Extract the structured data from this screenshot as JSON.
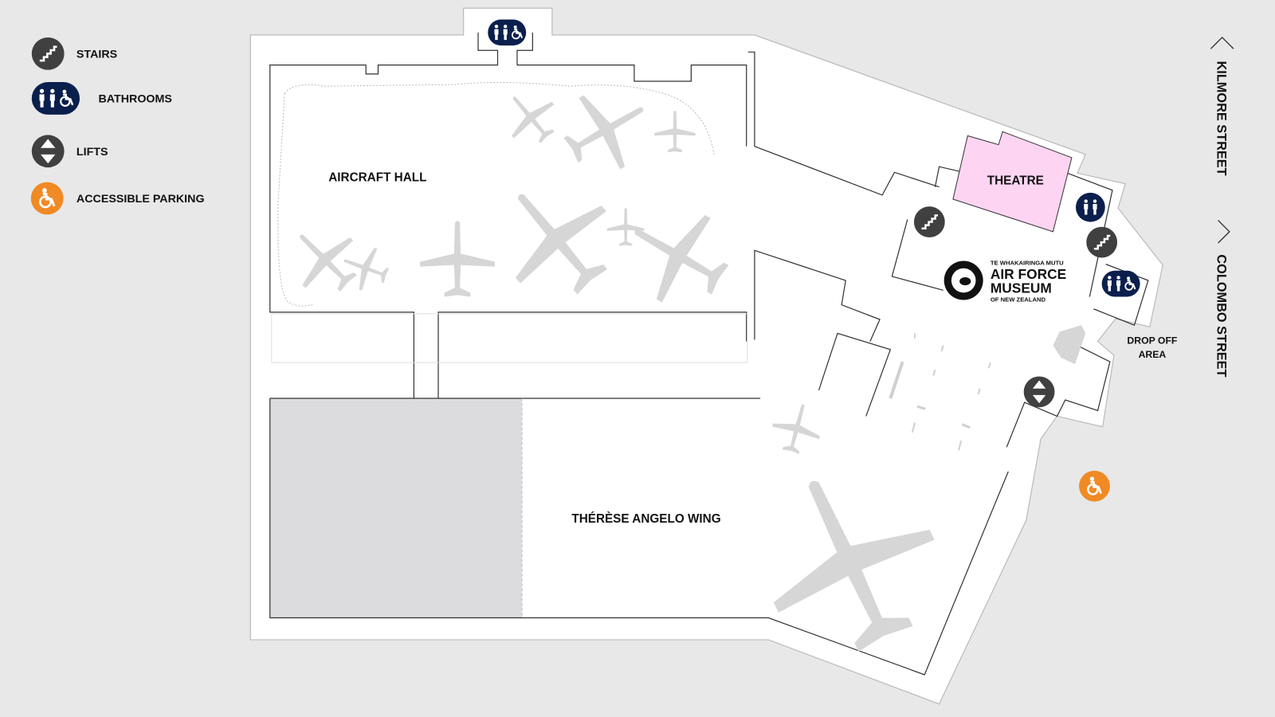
{
  "legend": {
    "stairs": "STAIRS",
    "bathrooms": "BATHROOMS",
    "lifts": "LIFTS",
    "accessible_parking": "ACCESSIBLE PARKING"
  },
  "areas": {
    "aircraft_hall": "AIRCRAFT HALL",
    "theatre": "THEATRE",
    "therese_angelo_wing": "THÉRÈSE ANGELO WING",
    "drop_off_line1": "DROP OFF",
    "drop_off_line2": "AREA"
  },
  "logo": {
    "line1": "TE WHAKAIRINGA MUTU",
    "line2": "AIR FORCE",
    "line3": "MUSEUM",
    "line4": "OF NEW ZEALAND"
  },
  "streets": {
    "kilmore": "KILMORE STREET",
    "colombo": "COLOMBO STREET"
  },
  "colors": {
    "background": "#e8e8e8",
    "stairs": "#404040",
    "bathrooms": "#0b1f4d",
    "accessible": "#f08a24",
    "theatre": "#fdd5f2",
    "plane": "#d6d6d6"
  }
}
